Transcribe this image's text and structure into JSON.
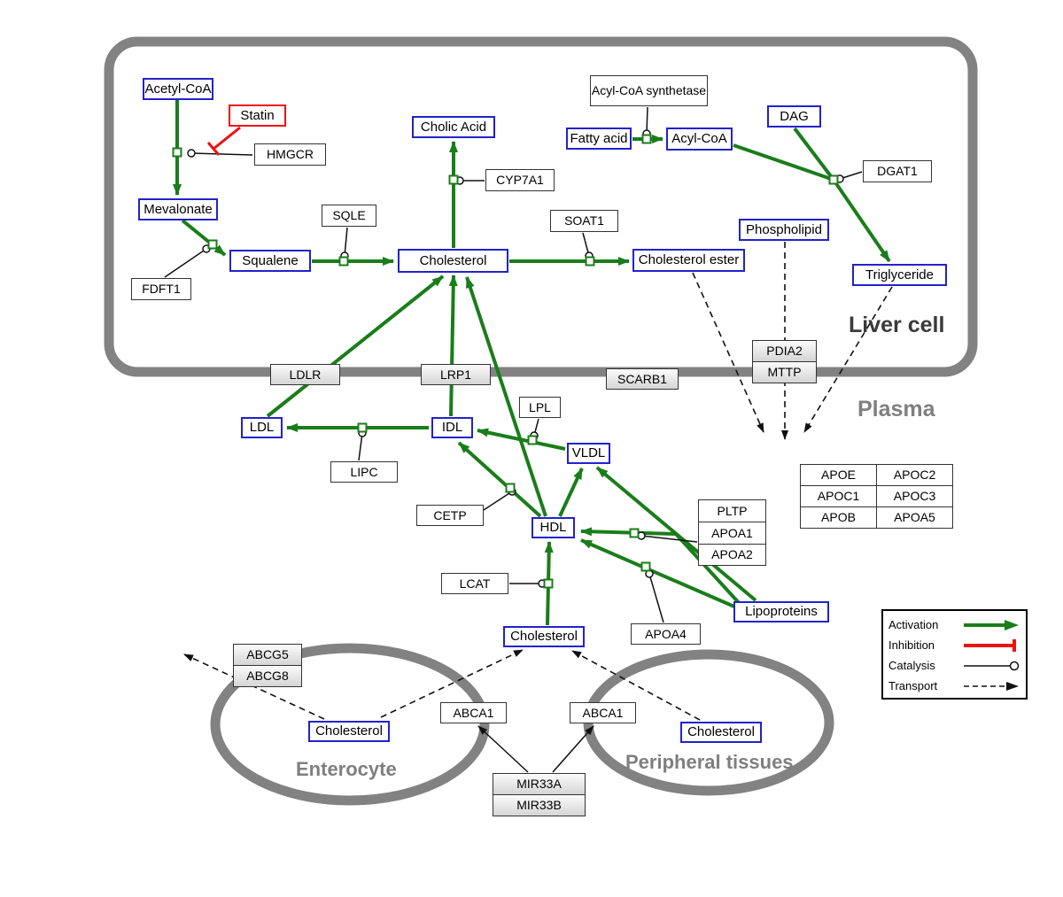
{
  "regions": {
    "liver": "Liver cell",
    "plasma": "Plasma",
    "enterocyte": "Enterocyte",
    "peripheral": "Peripheral tissues"
  },
  "nodes": {
    "acetyl_coa": "Acetyl-CoA",
    "statin": "Statin",
    "hmgcr": "HMGCR",
    "mevalonate": "Mevalonate",
    "fdft1": "FDFT1",
    "squalene": "Squalene",
    "sqle": "SQLE",
    "cholesterol_liver": "Cholesterol",
    "cholic_acid": "Cholic Acid",
    "cyp7a1": "CYP7A1",
    "soat1": "SOAT1",
    "cholesterol_ester": "Cholesterol ester",
    "acyl_coa_synthetase": "Acyl-CoA synthetase",
    "fatty_acid": "Fatty acid",
    "acyl_coa": "Acyl-CoA",
    "dag": "DAG",
    "dgat1": "DGAT1",
    "phospholipid": "Phospholipid",
    "triglyceride": "Triglyceride",
    "ldlr": "LDLR",
    "lrp1": "LRP1",
    "scarb1": "SCARB1",
    "pdia2": "PDIA2",
    "mttp": "MTTP",
    "ldl": "LDL",
    "idl": "IDL",
    "lpl": "LPL",
    "vldl": "VLDL",
    "lipc": "LIPC",
    "cetp": "CETP",
    "hdl": "HDL",
    "lcat": "LCAT",
    "apoa4": "APOA4",
    "lipoproteins": "Lipoproteins",
    "cholesterol_plasma": "Cholesterol",
    "pltp": "PLTP",
    "apoa1": "APOA1",
    "apoa2": "APOA2",
    "apoe": "APOE",
    "apoc2": "APOC2",
    "apoc1": "APOC1",
    "apoc3": "APOC3",
    "apob": "APOB",
    "apoa5": "APOA5",
    "abcg5": "ABCG5",
    "abcg8": "ABCG8",
    "cholesterol_enterocyte": "Cholesterol",
    "abca1_enterocyte": "ABCA1",
    "abca1_peripheral": "ABCA1",
    "cholesterol_peripheral": "Cholesterol",
    "mir33a": "MIR33A",
    "mir33b": "MIR33B"
  },
  "legend": {
    "activation": "Activation",
    "inhibition": "Inhibition",
    "catalysis": "Catalysis",
    "transport": "Transport"
  },
  "colors": {
    "activation_green": "#1a7d1a",
    "inhibition_red": "#ee1111",
    "metabolite_blue": "#2222cc",
    "membrane_gray": "#828282"
  }
}
